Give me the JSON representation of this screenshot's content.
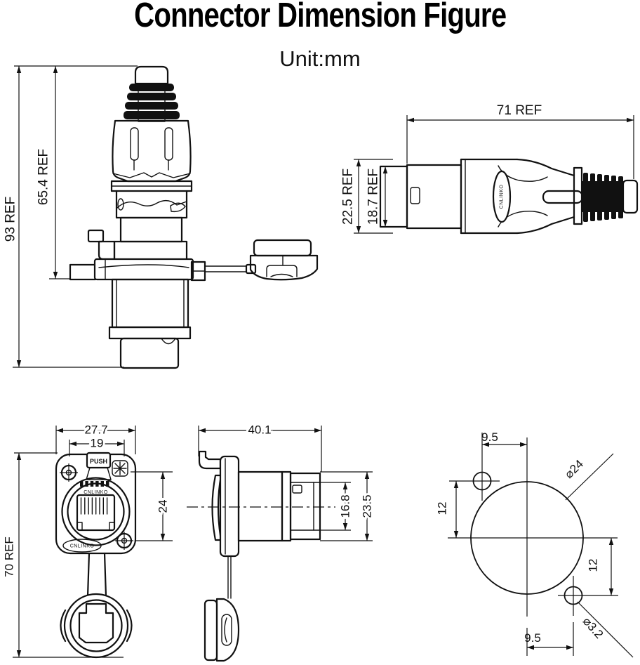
{
  "header": {
    "title": "Connector Dimension Figure",
    "unit": "Unit:mm"
  },
  "colors": {
    "line": "#111111",
    "background": "#ffffff"
  },
  "brand": "CNLINKO",
  "views": {
    "socket_side": {
      "dims": {
        "total_height": "93 REF",
        "body_height": "65.4 REF"
      }
    },
    "plug_side": {
      "dims": {
        "length": "71 REF",
        "outer_height": "22.5 REF",
        "inner_height": "18.7 REF"
      },
      "logo": "CNLINKO"
    },
    "socket_front": {
      "dims": {
        "flange_width": "27.7",
        "inner_width": "19",
        "screw_spacing": "24",
        "total_height": "70 REF"
      },
      "push_label": "PUSH",
      "logo_top": "CNLINKO",
      "logo_bottom": "CNLINKO"
    },
    "socket_profile": {
      "dims": {
        "length": "40.1",
        "inner_depth": "16.8",
        "outer_depth": "23.5"
      }
    },
    "panel_cutout": {
      "dims": {
        "top_offset": "9.5",
        "left_offset": "12",
        "main_diameter": "⌀24",
        "right_offset": "12",
        "bottom_offset": "9.5",
        "screw_hole_diameter": "⌀3.2"
      }
    }
  }
}
